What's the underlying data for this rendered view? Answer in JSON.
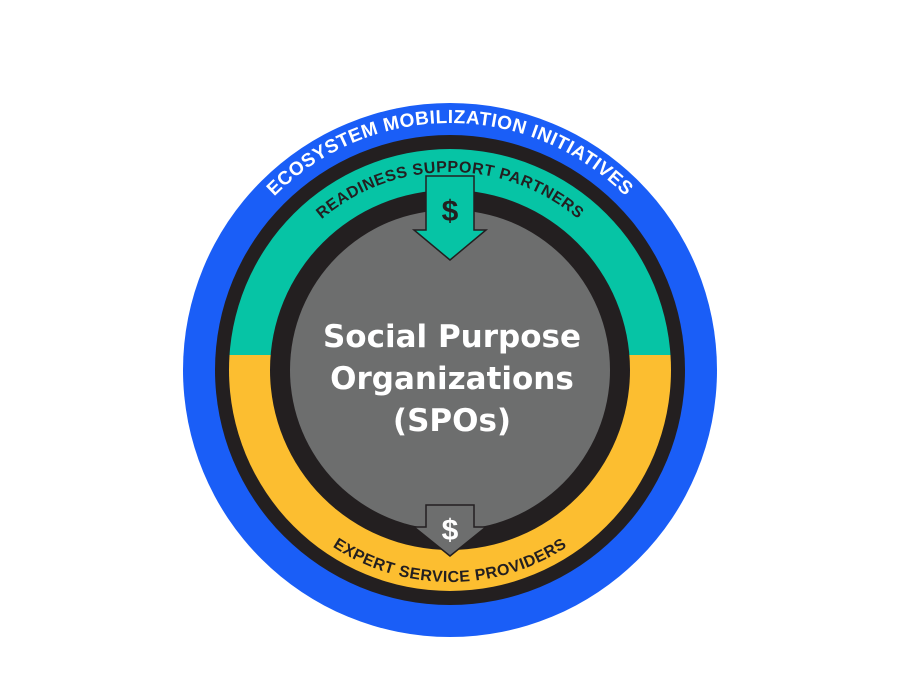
{
  "diagram": {
    "outer_ring_label": "ECOSYSTEM MOBILIZATION INITIATIVES",
    "upper_band_label": "READINESS SUPPORT PARTNERS",
    "lower_band_label": "EXPERT SERVICE PROVIDERS",
    "center": {
      "line1": "Social Purpose",
      "line2": "Organizations",
      "line3": "(SPOs)"
    },
    "top_arrow_symbol": "$",
    "bottom_arrow_symbol": "$",
    "colors": {
      "outer_ring": "#1a5ef7",
      "upper_band": "#06c4a5",
      "lower_band": "#fcbe30",
      "separator": "#231f20",
      "center": "#6d6e6e"
    }
  }
}
